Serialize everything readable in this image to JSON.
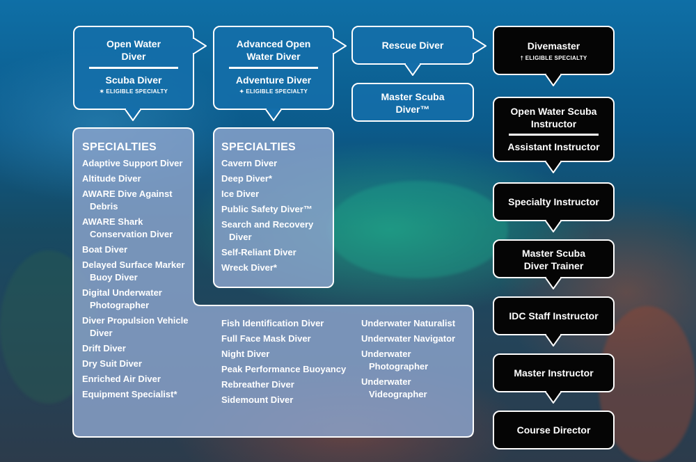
{
  "boxes": {
    "open_water": {
      "title": "Open Water Diver",
      "title2": "Scuba Diver",
      "note": "✶ ELIGIBLE SPECIALTY"
    },
    "advanced": {
      "title": "Advanced Open Water Diver",
      "title2": "Adventure Diver",
      "note": "✦ ELIGIBLE SPECIALTY"
    },
    "rescue": {
      "title": "Rescue Diver"
    },
    "master_scuba": {
      "title": "Master Scuba Diver™"
    },
    "divemaster": {
      "title": "Divemaster",
      "note": "† ELIGIBLE SPECIALTY"
    },
    "owsi": {
      "title": "Open Water Scuba Instructor",
      "title2": "Assistant Instructor"
    },
    "specialty_instructor": {
      "title": "Specialty Instructor"
    },
    "msdt": {
      "title": "Master Scuba Diver Trainer"
    },
    "idc_staff": {
      "title": "IDC Staff Instructor"
    },
    "master_instructor": {
      "title": "Master Instructor"
    },
    "course_director": {
      "title": "Course Director"
    }
  },
  "specialties_left": {
    "heading": "SPECIALTIES",
    "items": [
      "Adaptive Support Diver",
      "Altitude Diver",
      "AWARE Dive Against Debris",
      "AWARE Shark Conservation Diver",
      "Boat Diver",
      "Delayed Surface Marker Buoy Diver",
      "Digital Underwater Photographer",
      "Diver Propulsion Vehicle Diver",
      "Drift Diver",
      "Dry Suit Diver",
      "Enriched Air Diver",
      "Equipment Specialist*"
    ]
  },
  "specialties_mid": {
    "heading": "SPECIALTIES",
    "items": [
      "Cavern Diver",
      "Deep Diver*",
      "Ice Diver",
      "Public Safety Diver™",
      "Search and Recovery Diver",
      "Self-Reliant Diver",
      "Wreck Diver*"
    ]
  },
  "specialties_bottom_mid": {
    "items": [
      "Fish Identification Diver",
      "Full Face Mask Diver",
      "Night Diver",
      "Peak Performance Buoyancy",
      "Rebreather Diver",
      "Sidemount Diver"
    ]
  },
  "specialties_bottom_right": {
    "items": [
      "Underwater Naturalist",
      "Underwater Navigator",
      "Underwater Photographer",
      "Underwater Videographer"
    ]
  },
  "colors": {
    "blue_box": "#146eaa",
    "black_box": "#050505",
    "specialty_panel": "#8ca5cd",
    "border": "#ffffff"
  }
}
